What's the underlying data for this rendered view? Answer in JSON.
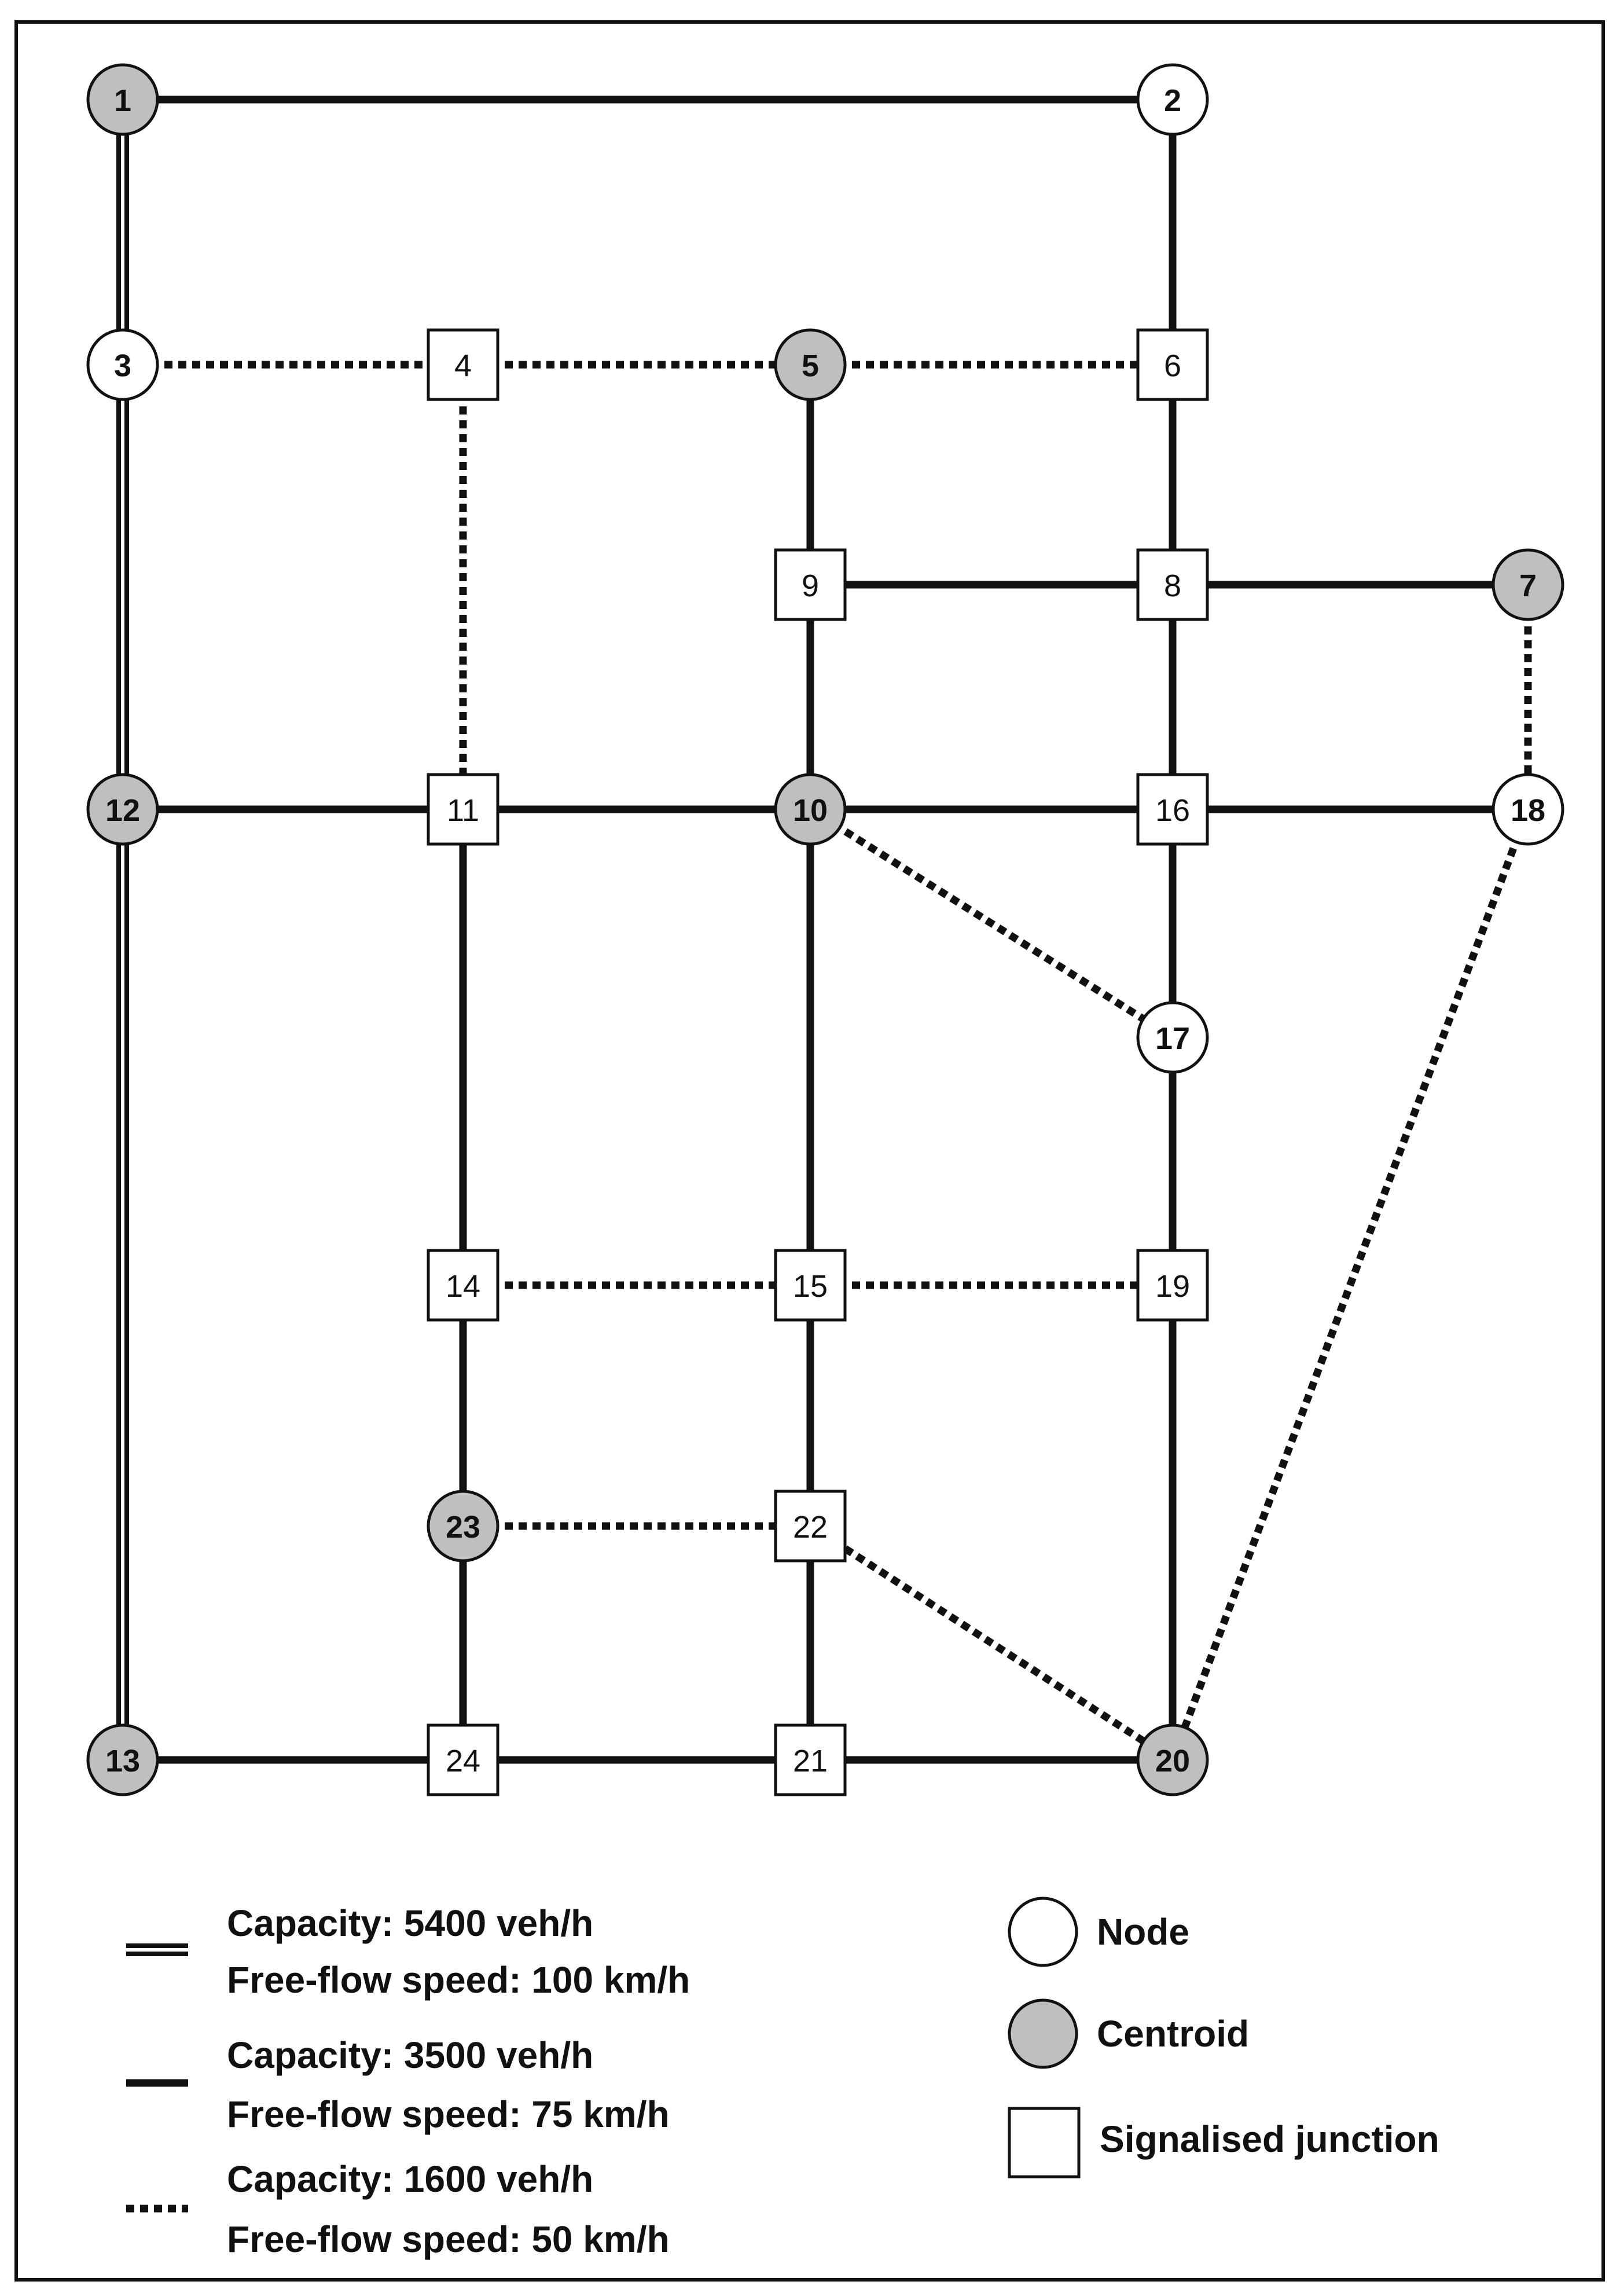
{
  "network": {
    "nodes": [
      {
        "id": "1",
        "label": "1",
        "type": "centroid"
      },
      {
        "id": "2",
        "label": "2",
        "type": "node"
      },
      {
        "id": "3",
        "label": "3",
        "type": "node"
      },
      {
        "id": "4",
        "label": "4",
        "type": "junction"
      },
      {
        "id": "5",
        "label": "5",
        "type": "centroid"
      },
      {
        "id": "6",
        "label": "6",
        "type": "junction"
      },
      {
        "id": "7",
        "label": "7",
        "type": "centroid"
      },
      {
        "id": "8",
        "label": "8",
        "type": "junction"
      },
      {
        "id": "9",
        "label": "9",
        "type": "junction"
      },
      {
        "id": "10",
        "label": "10",
        "type": "centroid"
      },
      {
        "id": "11",
        "label": "11",
        "type": "junction"
      },
      {
        "id": "12",
        "label": "12",
        "type": "centroid"
      },
      {
        "id": "13",
        "label": "13",
        "type": "centroid"
      },
      {
        "id": "14",
        "label": "14",
        "type": "junction"
      },
      {
        "id": "15",
        "label": "15",
        "type": "junction"
      },
      {
        "id": "16",
        "label": "16",
        "type": "junction"
      },
      {
        "id": "17",
        "label": "17",
        "type": "node"
      },
      {
        "id": "18",
        "label": "18",
        "type": "node"
      },
      {
        "id": "19",
        "label": "19",
        "type": "junction"
      },
      {
        "id": "20",
        "label": "20",
        "type": "centroid"
      },
      {
        "id": "21",
        "label": "21",
        "type": "junction"
      },
      {
        "id": "22",
        "label": "22",
        "type": "junction"
      },
      {
        "id": "23",
        "label": "23",
        "type": "centroid"
      },
      {
        "id": "24",
        "label": "24",
        "type": "junction"
      }
    ],
    "links": [
      {
        "from": "1",
        "to": "3",
        "class": "5400"
      },
      {
        "from": "3",
        "to": "12",
        "class": "5400"
      },
      {
        "from": "12",
        "to": "13",
        "class": "5400"
      },
      {
        "from": "1",
        "to": "2",
        "class": "3500"
      },
      {
        "from": "2",
        "to": "6",
        "class": "3500"
      },
      {
        "from": "6",
        "to": "8",
        "class": "3500"
      },
      {
        "from": "5",
        "to": "9",
        "class": "3500"
      },
      {
        "from": "9",
        "to": "8",
        "class": "3500"
      },
      {
        "from": "8",
        "to": "7",
        "class": "3500"
      },
      {
        "from": "9",
        "to": "10",
        "class": "3500"
      },
      {
        "from": "8",
        "to": "16",
        "class": "3500"
      },
      {
        "from": "12",
        "to": "11",
        "class": "3500"
      },
      {
        "from": "11",
        "to": "10",
        "class": "3500"
      },
      {
        "from": "10",
        "to": "16",
        "class": "3500"
      },
      {
        "from": "16",
        "to": "18",
        "class": "3500"
      },
      {
        "from": "16",
        "to": "17",
        "class": "3500"
      },
      {
        "from": "17",
        "to": "19",
        "class": "3500"
      },
      {
        "from": "19",
        "to": "20",
        "class": "3500"
      },
      {
        "from": "11",
        "to": "14",
        "class": "3500"
      },
      {
        "from": "14",
        "to": "23",
        "class": "3500"
      },
      {
        "from": "23",
        "to": "24",
        "class": "3500"
      },
      {
        "from": "10",
        "to": "15",
        "class": "3500"
      },
      {
        "from": "15",
        "to": "22",
        "class": "3500"
      },
      {
        "from": "22",
        "to": "21",
        "class": "3500"
      },
      {
        "from": "13",
        "to": "24",
        "class": "3500"
      },
      {
        "from": "24",
        "to": "21",
        "class": "3500"
      },
      {
        "from": "21",
        "to": "20",
        "class": "3500"
      },
      {
        "from": "3",
        "to": "4",
        "class": "1600"
      },
      {
        "from": "4",
        "to": "5",
        "class": "1600"
      },
      {
        "from": "5",
        "to": "6",
        "class": "1600"
      },
      {
        "from": "4",
        "to": "11",
        "class": "1600"
      },
      {
        "from": "7",
        "to": "18",
        "class": "1600"
      },
      {
        "from": "10",
        "to": "17",
        "class": "1600"
      },
      {
        "from": "18",
        "to": "20",
        "class": "1600"
      },
      {
        "from": "14",
        "to": "15",
        "class": "1600"
      },
      {
        "from": "15",
        "to": "19",
        "class": "1600"
      },
      {
        "from": "23",
        "to": "22",
        "class": "1600"
      },
      {
        "from": "22",
        "to": "20",
        "class": "1600"
      }
    ]
  },
  "legend": {
    "links": [
      {
        "class": "5400",
        "capacity": "Capacity: 5400 veh/h",
        "speed": "Free-flow speed: 100 km/h"
      },
      {
        "class": "3500",
        "capacity": "Capacity: 3500 veh/h",
        "speed": "Free-flow speed: 75 km/h"
      },
      {
        "class": "1600",
        "capacity": "Capacity: 1600 veh/h",
        "speed": "Free-flow speed: 50 km/h"
      }
    ],
    "node_types": [
      {
        "type": "node",
        "label": "Node"
      },
      {
        "type": "centroid",
        "label": "Centroid"
      },
      {
        "type": "junction",
        "label": "Signalised junction"
      }
    ]
  },
  "colors": {
    "centroid_fill": "#bfbfbf",
    "node_fill": "#ffffff",
    "junction_fill": "#ffffff",
    "stroke": "#111111"
  }
}
